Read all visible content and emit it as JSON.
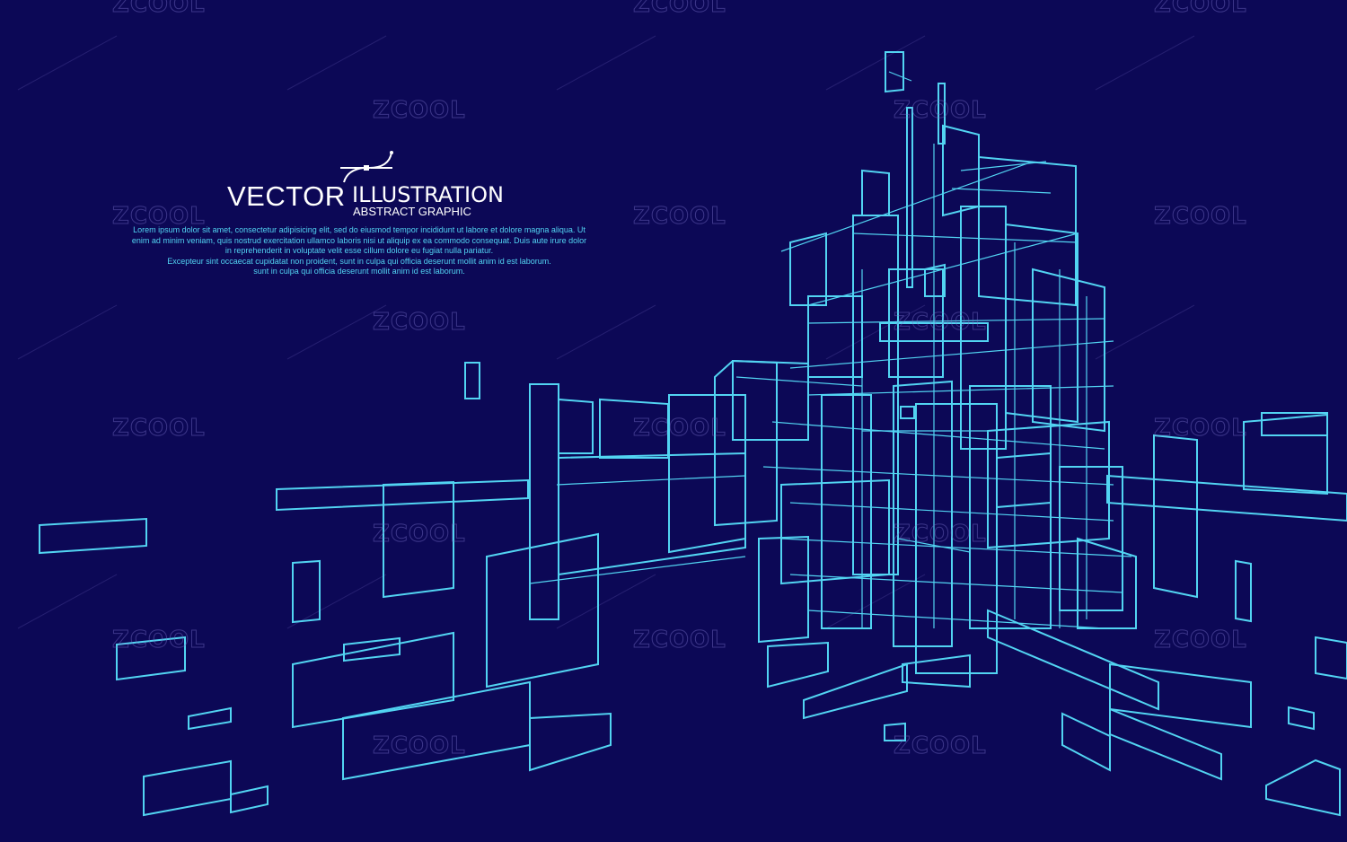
{
  "headline": {
    "word1": "VECTOR",
    "word2": "ILLUSTRATION",
    "subtitle": "ABSTRACT GRAPHIC"
  },
  "body_lines": [
    "Lorem ipsum dolor sit amet, consectetur adipisicing elit, sed do eiusmod tempor incididunt ut labore et dolore magna aliqua. Ut",
    "enim ad minim veniam, quis nostrud exercitation ullamco laboris nisi ut aliquip ex ea commodo consequat. Duis aute irure dolor",
    "in reprehenderit in voluptate velit esse cillum dolore eu fugiat nulla pariatur.",
    "Excepteur sint occaecat cupidatat non proident, sunt in culpa qui officia deserunt mollit anim id est laborum.",
    "sunt in culpa qui officia deserunt mollit anim id est laborum."
  ],
  "watermark": "ZCOOL",
  "colors": {
    "background": "#0c0856",
    "line": "#52d4f2",
    "text": "#ffffff"
  }
}
